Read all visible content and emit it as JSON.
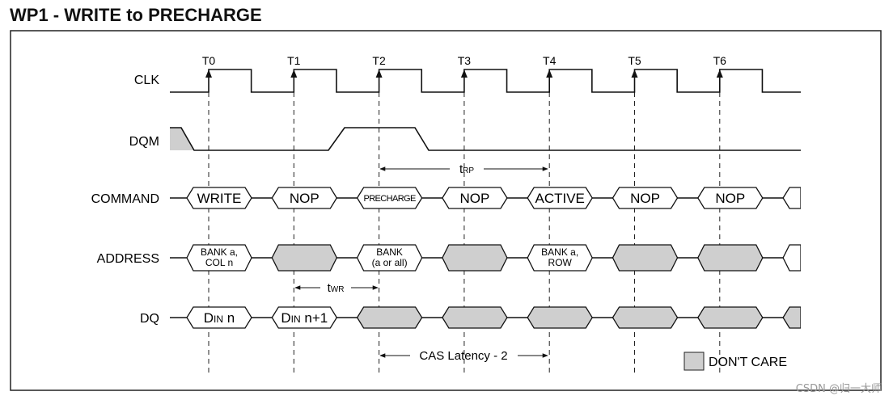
{
  "title": "WP1 - WRITE to PRECHARGE",
  "clock_labels": [
    "T0",
    "T1",
    "T2",
    "T3",
    "T4",
    "T5",
    "T6"
  ],
  "signals": {
    "clk": "CLK",
    "dqm": "DQM",
    "command": "COMMAND",
    "address": "ADDRESS",
    "dq": "DQ"
  },
  "command_cells": [
    {
      "text": "WRITE"
    },
    {
      "text": "NOP"
    },
    {
      "text": "PRECHARGE"
    },
    {
      "text": "NOP"
    },
    {
      "text": "ACTIVE"
    },
    {
      "text": "NOP"
    },
    {
      "text": "NOP"
    }
  ],
  "address_cells": [
    {
      "line1": "BANK a,",
      "line2": "COL n",
      "dontcare": false
    },
    {
      "line1": "",
      "line2": "",
      "dontcare": true
    },
    {
      "line1": "BANK",
      "line2": "(a or all)",
      "dontcare": false
    },
    {
      "line1": "",
      "line2": "",
      "dontcare": true
    },
    {
      "line1": "BANK a,",
      "line2": "ROW",
      "dontcare": false
    },
    {
      "line1": "",
      "line2": "",
      "dontcare": true
    },
    {
      "line1": "",
      "line2": "",
      "dontcare": true
    }
  ],
  "dq_cells": [
    {
      "main": "D",
      "sub": "IN",
      "tail": " n",
      "dontcare": false
    },
    {
      "main": "D",
      "sub": "IN",
      "tail": " n+1",
      "dontcare": false
    },
    {
      "main": "",
      "sub": "",
      "tail": "",
      "dontcare": true
    },
    {
      "main": "",
      "sub": "",
      "tail": "",
      "dontcare": true
    },
    {
      "main": "",
      "sub": "",
      "tail": "",
      "dontcare": true
    },
    {
      "main": "",
      "sub": "",
      "tail": "",
      "dontcare": true
    },
    {
      "main": "",
      "sub": "",
      "tail": "",
      "dontcare": true
    }
  ],
  "annotations": {
    "trp": {
      "main": "t",
      "sub": "RP"
    },
    "twr": {
      "main": "t",
      "sub": "WR"
    },
    "cas": "CAS Latency - 2"
  },
  "legend": {
    "label": "DON'T CARE",
    "color": "#cfcfcf"
  },
  "watermark": "CSDN @归一大师"
}
